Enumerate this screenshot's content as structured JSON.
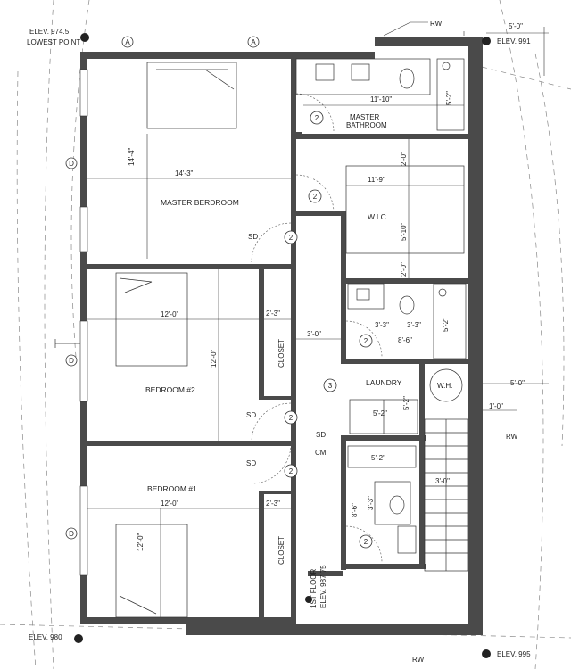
{
  "elevations": {
    "top_left": "ELEV. 974.5",
    "top_left_note": "LOWEST POINT",
    "top_right": "ELEV. 991",
    "bottom_left": "ELEV. 980",
    "bottom_right": "ELEV. 995",
    "first_floor": "1ST FLOOR",
    "first_floor_elev": "ELEV. 987.75"
  },
  "rw": {
    "top": "RW",
    "right": "RW",
    "bottom": "RW"
  },
  "section_markers": {
    "a": "A",
    "d": "D"
  },
  "door_tag": "2",
  "stair_tag": "3",
  "rooms": {
    "master_bedroom": {
      "name": "MASTER BERDROOM",
      "width": "14'-3\"",
      "depth": "14'-4\""
    },
    "master_bathroom": {
      "name": "MASTER",
      "name2": "BATHROOM",
      "width": "11'-10\"",
      "depth": "5'-2\""
    },
    "wic": {
      "name": "W.I.C",
      "width": "11'-9\"",
      "depth": "5'-10\"",
      "top": "2'-0\"",
      "bottom": "2'-0\""
    },
    "bedroom2": {
      "name": "BEDROOM #2",
      "width": "12'-0\"",
      "depth": "12'-0\"",
      "closet": "CLOSET",
      "closet_dim": "2'-3\""
    },
    "bedroom1": {
      "name": "BEDROOM #1",
      "width": "12'-0\"",
      "depth": "12'-0\"",
      "closet": "CLOSET",
      "closet_dim": "2'-3\""
    },
    "hall": {
      "width": "3'-0\"",
      "sd": "SD",
      "cm": "CM"
    },
    "bath2": {
      "w1": "3'-3\"",
      "w2": "3'-3\"",
      "w3": "8'-6\"",
      "d1": "5'-2\""
    },
    "laundry": {
      "name": "LAUNDRY",
      "wh": "W.H.",
      "w": "5'-2\"",
      "d": "5'-2\""
    },
    "bath3": {
      "w": "5'-2\"",
      "d1": "8'-6\"",
      "d2": "3'-3\""
    },
    "stair": {
      "w": "3'-0\""
    }
  },
  "exterior": {
    "right_top": "5'-0\"",
    "right_mid": "5'-0\"",
    "right_mid2": "1'-0\""
  }
}
